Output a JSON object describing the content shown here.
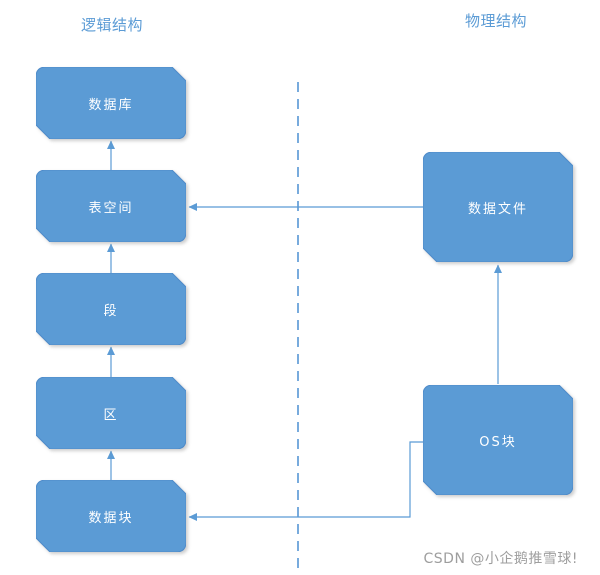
{
  "diagram": {
    "titles": {
      "left": "逻辑结构",
      "right": "物理结构"
    },
    "logical_nodes": [
      {
        "id": "database",
        "label": "数据库"
      },
      {
        "id": "tablespace",
        "label": "表空间"
      },
      {
        "id": "segment",
        "label": "段"
      },
      {
        "id": "extent",
        "label": "区"
      },
      {
        "id": "data-block",
        "label": "数据块"
      }
    ],
    "physical_nodes": [
      {
        "id": "data-file",
        "label": "数据文件"
      },
      {
        "id": "os-block",
        "label": "OS块"
      }
    ],
    "edges": [
      {
        "from": "tablespace",
        "to": "database"
      },
      {
        "from": "segment",
        "to": "tablespace"
      },
      {
        "from": "extent",
        "to": "segment"
      },
      {
        "from": "data-block",
        "to": "extent"
      },
      {
        "from": "data-file",
        "to": "tablespace"
      },
      {
        "from": "os-block",
        "to": "data-file"
      },
      {
        "from": "os-block",
        "to": "data-block"
      }
    ],
    "watermark": "CSDN @小企鹅推雪球!",
    "colors": {
      "background": "#ffffff",
      "node_fill": "#5b9bd5",
      "node_border": "#4f8bc9",
      "node_text": "#ffffff",
      "connector": "#5b9bd5",
      "divider": "#78abdd",
      "title_text": "#5b9bd5",
      "watermark_text": "#9e9e9e"
    }
  }
}
